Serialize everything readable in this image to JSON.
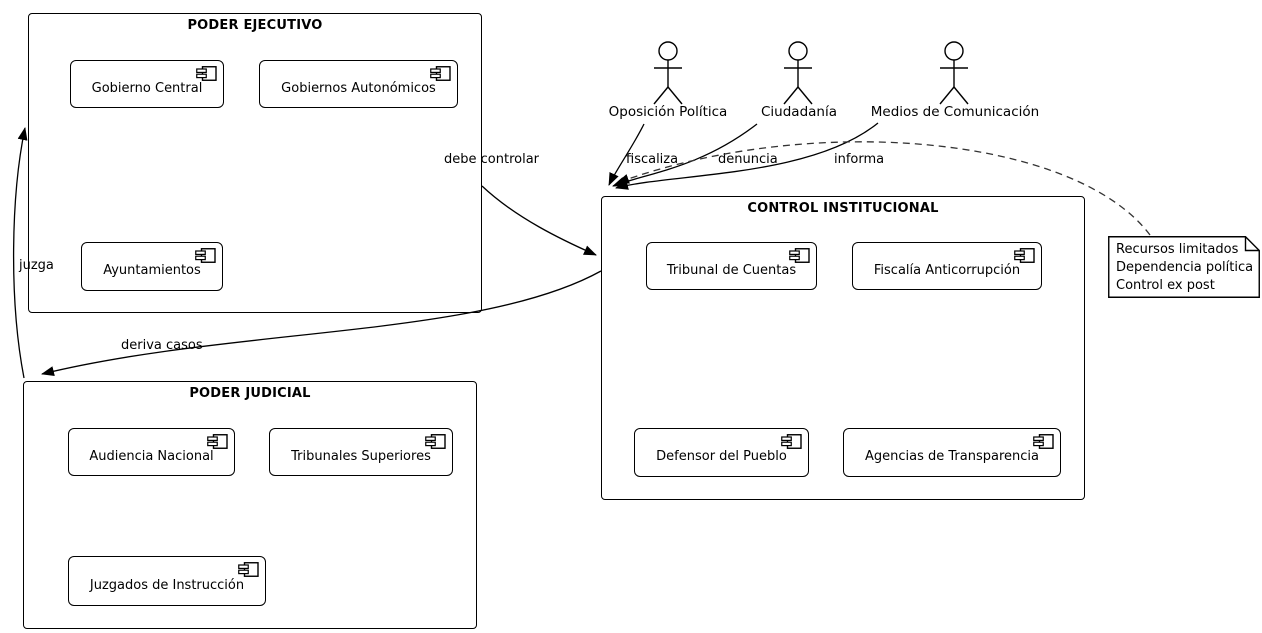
{
  "diagram": {
    "type": "uml-component-diagram",
    "colors": {
      "background": "#ffffff",
      "line": "#000000",
      "shape_fill": "#ffffff",
      "text": "#000000"
    },
    "packages": [
      {
        "title": "PODER EJECUTIVO",
        "components": [
          {
            "label": "Gobierno Central"
          },
          {
            "label": "Gobiernos Autonómicos"
          },
          {
            "label": "Ayuntamientos"
          }
        ]
      },
      {
        "title": "CONTROL INSTITUCIONAL",
        "components": [
          {
            "label": "Tribunal de Cuentas"
          },
          {
            "label": "Fiscalía Anticorrupción"
          },
          {
            "label": "Defensor del Pueblo"
          },
          {
            "label": "Agencias de Transparencia"
          }
        ]
      },
      {
        "title": "PODER JUDICIAL",
        "components": [
          {
            "label": "Audiencia Nacional"
          },
          {
            "label": "Tribunales Superiores"
          },
          {
            "label": "Juzgados de Instrucción"
          }
        ]
      }
    ],
    "actors": [
      {
        "label": "Oposición Política"
      },
      {
        "label": "Ciudadanía"
      },
      {
        "label": "Medios de Comunicación"
      }
    ],
    "edges": [
      {
        "label": "debe controlar",
        "from": "PODER EJECUTIVO",
        "to": "CONTROL INSTITUCIONAL",
        "style": "solid"
      },
      {
        "label": "juzga",
        "from": "PODER JUDICIAL",
        "to": "PODER EJECUTIVO",
        "style": "solid"
      },
      {
        "label": "deriva casos",
        "from": "CONTROL INSTITUCIONAL",
        "to": "PODER JUDICIAL",
        "style": "solid"
      },
      {
        "label": "fiscaliza",
        "from": "Oposición Política",
        "to": "CONTROL INSTITUCIONAL",
        "style": "solid"
      },
      {
        "label": "denuncia",
        "from": "Ciudadanía",
        "to": "CONTROL INSTITUCIONAL",
        "style": "solid"
      },
      {
        "label": "informa",
        "from": "Medios de Comunicación",
        "to": "CONTROL INSTITUCIONAL",
        "style": "solid"
      },
      {
        "label": "",
        "from": "note",
        "to": "CONTROL INSTITUCIONAL",
        "style": "dashed"
      }
    ],
    "note": {
      "lines": [
        "Recursos limitados",
        "Dependencia política",
        "Control ex post"
      ]
    }
  }
}
